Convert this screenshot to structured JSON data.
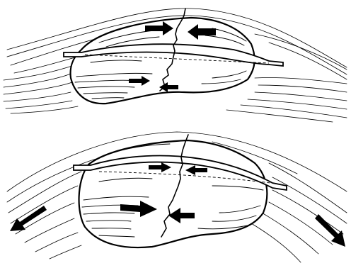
{
  "panels": [
    {
      "name": "top",
      "plate_position": "straight",
      "force_arrows": [
        "compression-near-cortex",
        "compression-far-cortex"
      ],
      "soft_tissue_arrows": []
    },
    {
      "name": "bottom",
      "plate_position": "prebent",
      "force_arrows": [
        "compression-near-cortex",
        "compression-far-cortex"
      ],
      "soft_tissue_arrows": [
        "tension-left",
        "tension-right"
      ]
    }
  ],
  "icons": {
    "arrow": "solid-black-arrow",
    "fracture": "jagged-crack-line"
  }
}
